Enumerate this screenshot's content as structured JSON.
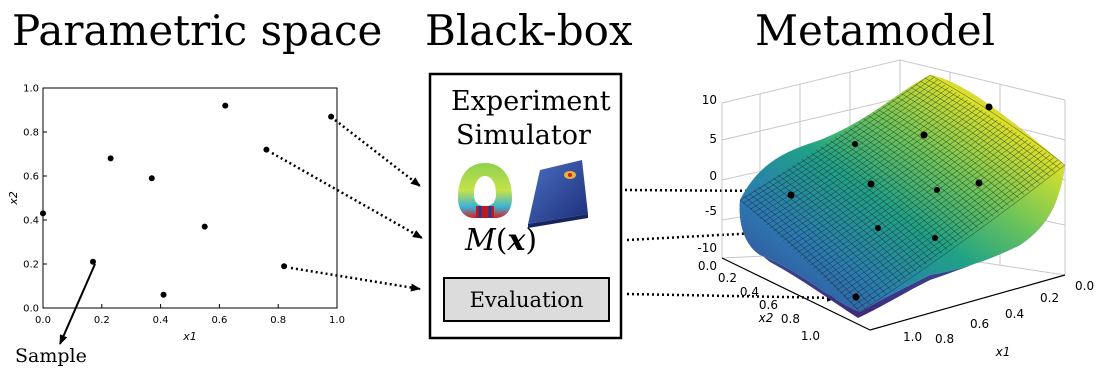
{
  "headings": {
    "parametric": "Parametric space",
    "blackbox": "Black-box",
    "metamodel": "Metamodel"
  },
  "blackbox": {
    "line1": "Experiment",
    "line2": "Simulator",
    "model_symbol": "M",
    "model_arg": "x",
    "evaluation_label": "Evaluation"
  },
  "sample_label": "Sample",
  "chart_data": [
    {
      "type": "scatter",
      "title": "",
      "xlabel": "x1",
      "ylabel": "x2",
      "xlim": [
        0,
        1
      ],
      "ylim": [
        0,
        1
      ],
      "xticks": [
        "0.0",
        "0.2",
        "0.4",
        "0.6",
        "0.8",
        "1.0"
      ],
      "yticks": [
        "0.0",
        "0.2",
        "0.4",
        "0.6",
        "0.8",
        "1.0"
      ],
      "grid": false,
      "points": [
        {
          "x": 0.0,
          "y": 0.43
        },
        {
          "x": 0.17,
          "y": 0.21
        },
        {
          "x": 0.23,
          "y": 0.68
        },
        {
          "x": 0.37,
          "y": 0.59
        },
        {
          "x": 0.41,
          "y": 0.06
        },
        {
          "x": 0.55,
          "y": 0.37
        },
        {
          "x": 0.62,
          "y": 0.92
        },
        {
          "x": 0.76,
          "y": 0.72
        },
        {
          "x": 0.82,
          "y": 0.19
        },
        {
          "x": 0.98,
          "y": 0.87
        }
      ]
    },
    {
      "type": "surface3d",
      "title": "",
      "xlabel": "x1",
      "ylabel": "x2",
      "zticks": [
        "10",
        "5",
        "0",
        "-5",
        "-10"
      ],
      "x1ticks": [
        "0.0",
        "0.2",
        "0.4",
        "0.6",
        "0.8",
        "1.0"
      ],
      "x2ticks": [
        "0.0",
        "0.2",
        "0.4",
        "0.6",
        "0.8",
        "1.0"
      ],
      "colormap": [
        "#3e1f7a",
        "#2b6ea6",
        "#1fa187",
        "#4fc16b",
        "#b5de2b",
        "#fde725",
        "#f2b33c"
      ]
    }
  ]
}
